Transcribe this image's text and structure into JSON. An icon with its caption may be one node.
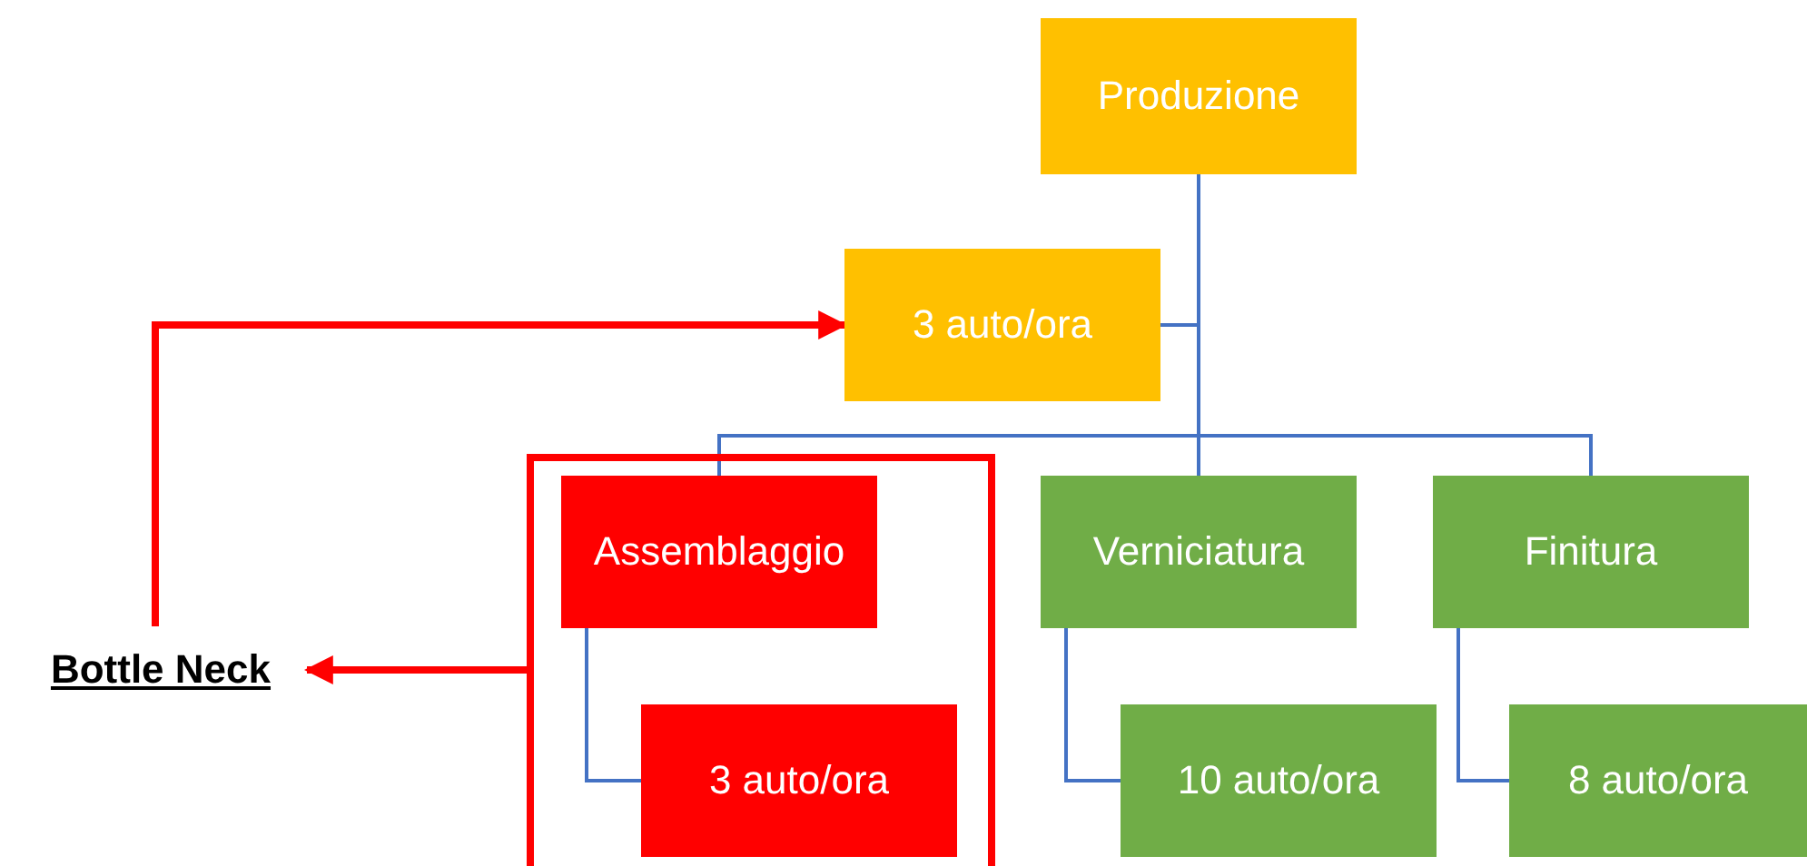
{
  "diagram": {
    "nodes": [
      {
        "text": [
          "Produzione"
        ]
      },
      {
        "text": [
          "3 auto/ora"
        ]
      },
      {
        "text": [],
        "shape": "box"
      },
      {
        "text": [
          "Assemblaggio"
        ],
        "in": 2
      },
      {
        "text": [
          "3 auto/ora"
        ],
        "in": 2
      },
      {
        "text": [
          "Verniciatura"
        ]
      },
      {
        "text": [
          "10 auto/ora"
        ]
      },
      {
        "text": [
          "Finitura"
        ]
      },
      {
        "text": [
          "8 auto/ora"
        ]
      },
      {
        "text": [
          "Bottle Neck"
        ]
      }
    ],
    "edges": [
      {
        "from": 0,
        "to": 1,
        "arrow": "none"
      },
      {
        "from": 0,
        "to": 3,
        "arrow": "none"
      },
      {
        "from": 0,
        "to": 5,
        "arrow": "none"
      },
      {
        "from": 0,
        "to": 7,
        "arrow": "none"
      },
      {
        "from": 3,
        "to": 4,
        "arrow": "none"
      },
      {
        "from": 5,
        "to": 6,
        "arrow": "none"
      },
      {
        "from": 7,
        "to": 8,
        "arrow": "none"
      },
      {
        "from": 9,
        "to": 1,
        "arrow": "to",
        "style": "thick",
        "color": "#ff0000"
      },
      {
        "from": 2,
        "to": 9,
        "arrow": "to",
        "style": "thick",
        "color": "#ff0000"
      }
    ]
  }
}
